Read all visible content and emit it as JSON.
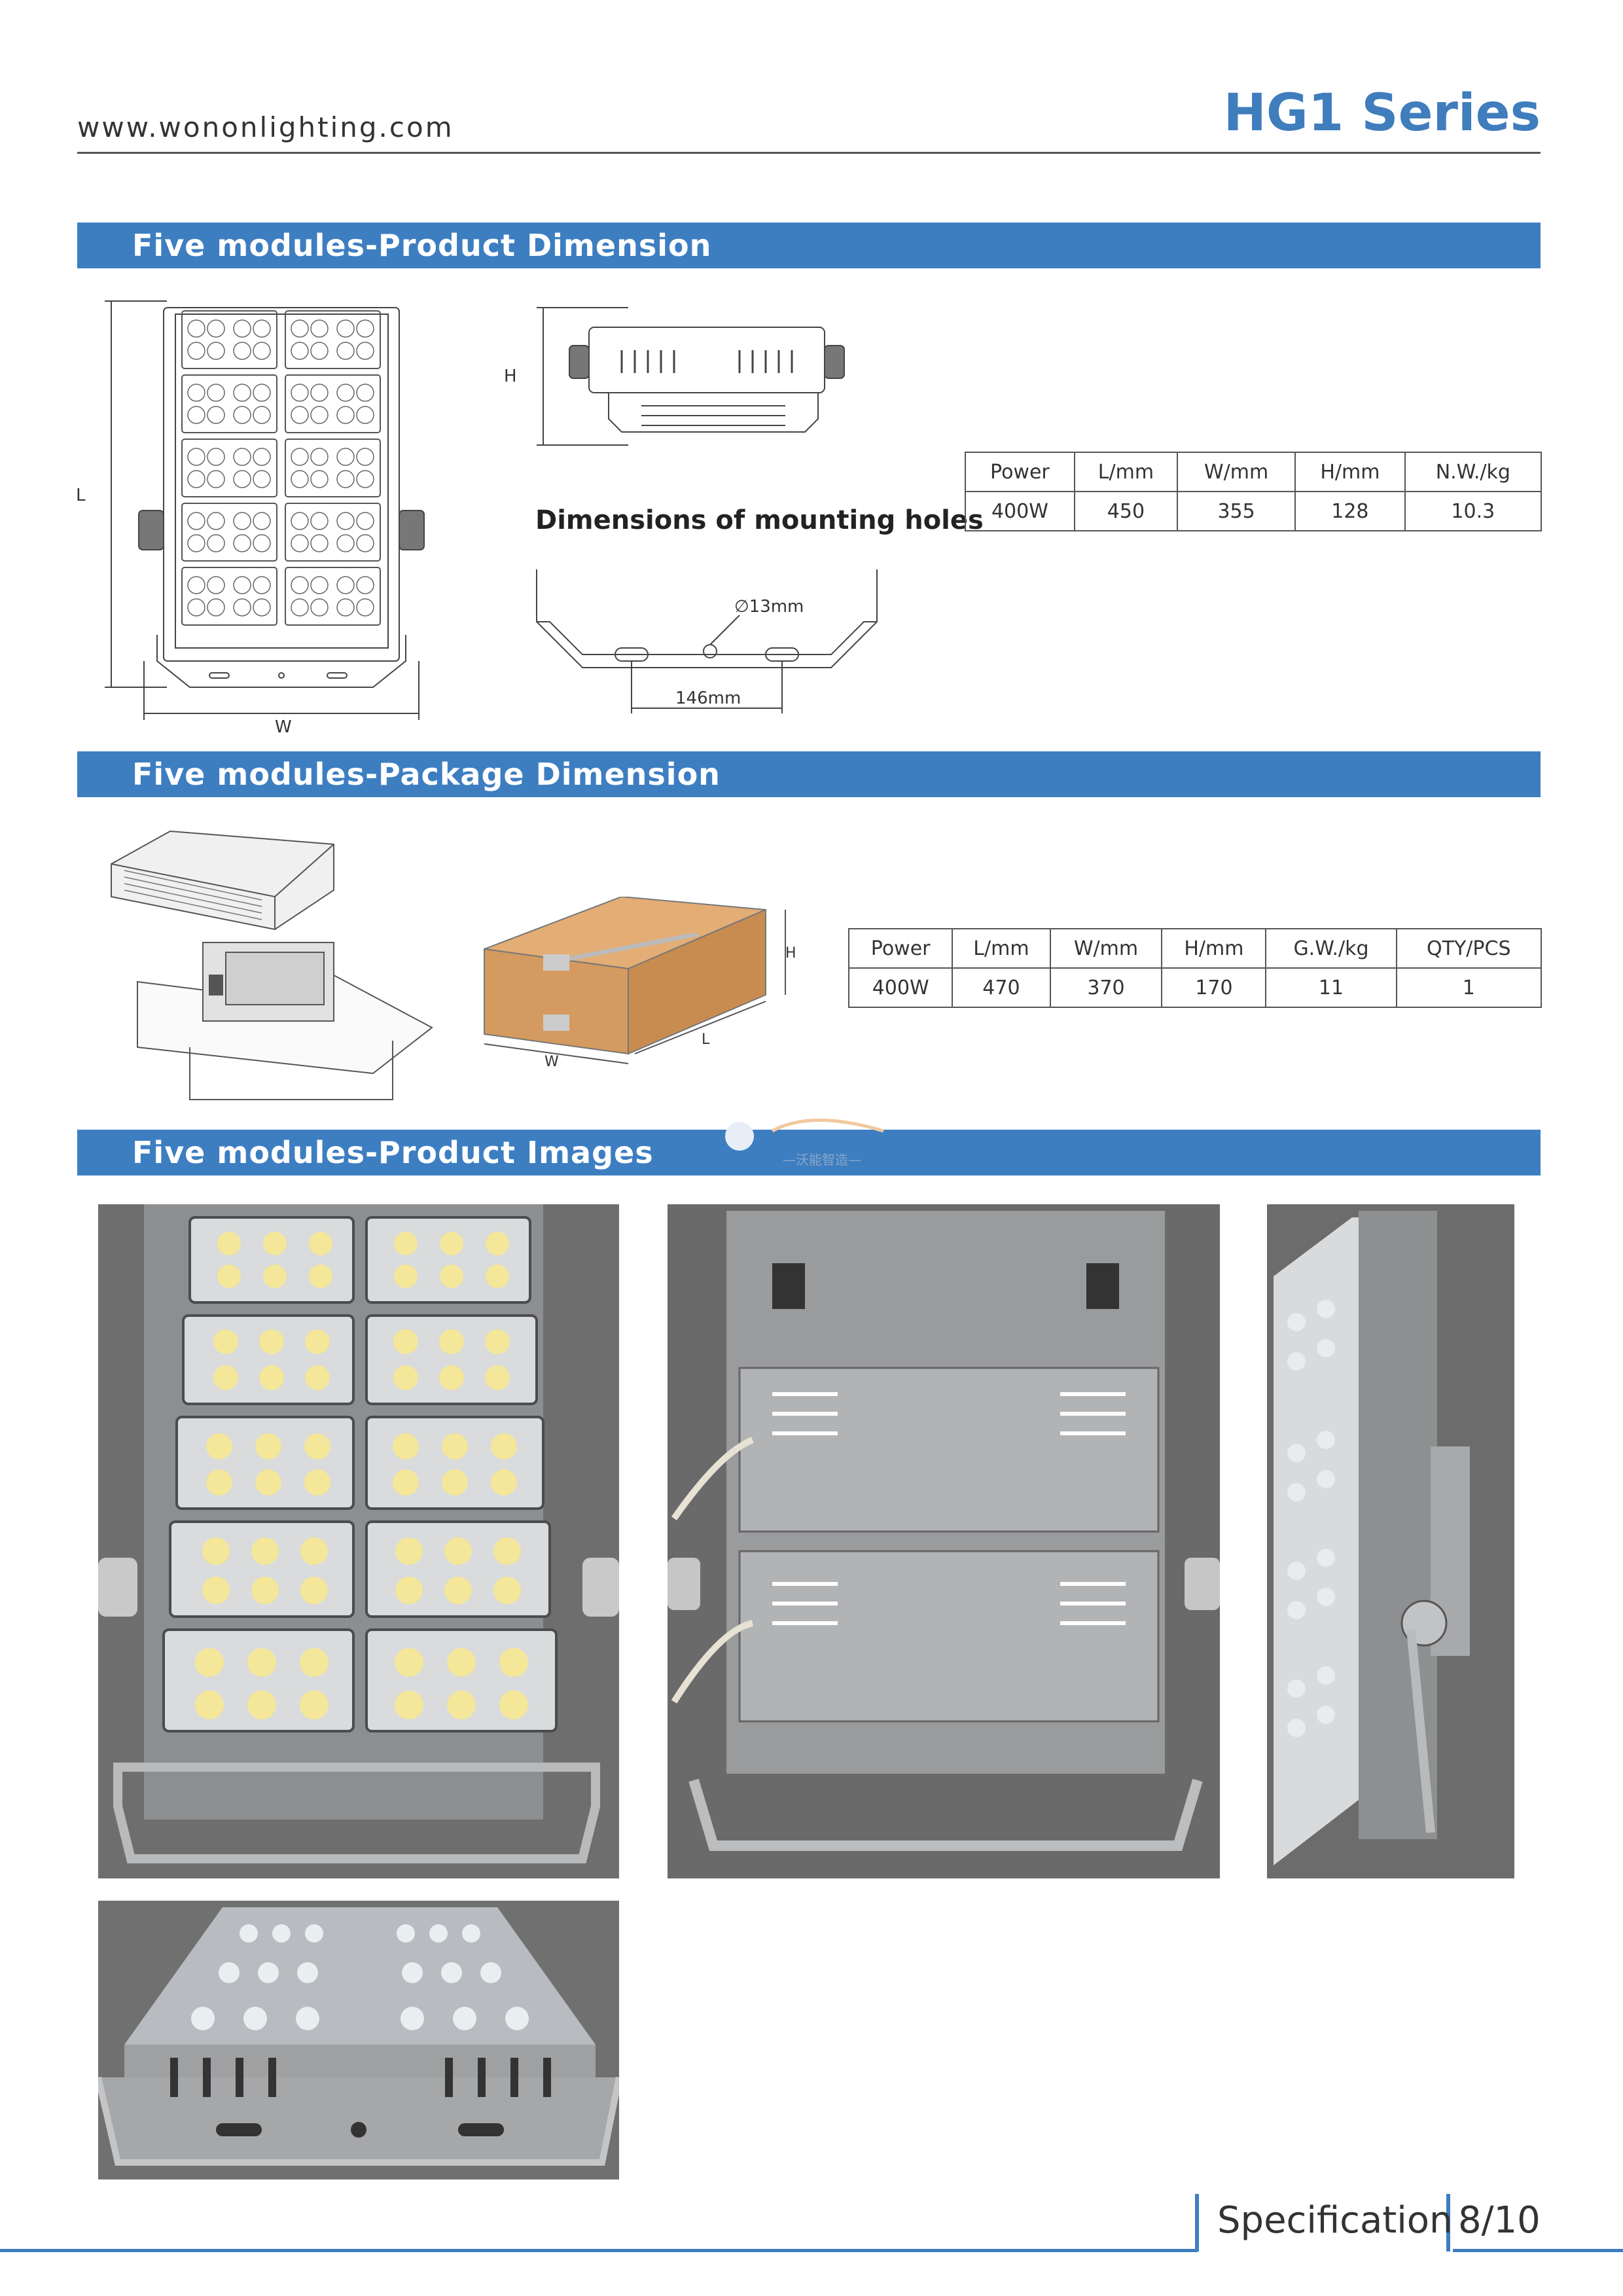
{
  "header": {
    "website": "www.wononlighting.com",
    "series": "HG1 Series"
  },
  "sections": {
    "product_dimension": "Five modules-Product Dimension",
    "package_dimension": "Five modules-Package Dimension",
    "product_images": "Five modules-Product Images"
  },
  "product_drawing": {
    "label_l": "L",
    "label_w": "W",
    "label_h": "H",
    "mounting_caption": "Dimensions of mounting holes",
    "hole_diameter": "∅13mm",
    "hole_spacing": "146mm"
  },
  "product_table": {
    "headers": [
      "Power",
      "L/mm",
      "W/mm",
      "H/mm",
      "N.W./kg"
    ],
    "row": [
      "400W",
      "450",
      "355",
      "128",
      "10.3"
    ]
  },
  "package_drawing": {
    "label_h": "H",
    "label_l": "L",
    "label_w": "W"
  },
  "package_table": {
    "headers": [
      "Power",
      "L/mm",
      "W/mm",
      "H/mm",
      "G.W./kg",
      "QTY/PCS"
    ],
    "row": [
      "400W",
      "470",
      "370",
      "170",
      "11",
      "1"
    ]
  },
  "watermark": {
    "text": "—沃能智造—"
  },
  "footer": {
    "label": "Specification",
    "page": "8/10"
  },
  "colors": {
    "accent": "#3d7ec1",
    "series_title": "#3f7dbd",
    "box": "#d49a5f",
    "led": "#f4e79a"
  }
}
